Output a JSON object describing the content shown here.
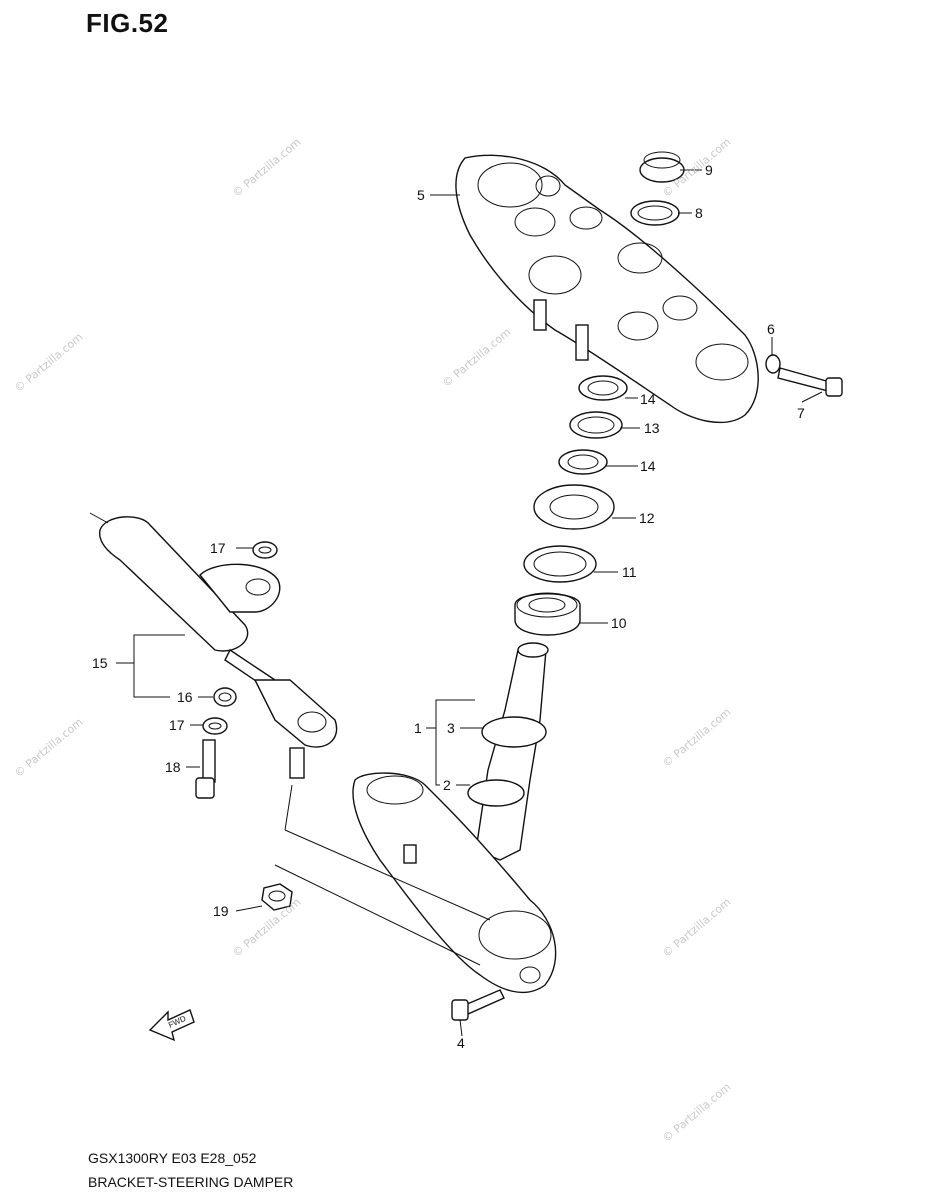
{
  "figure": {
    "title": "FIG.52",
    "model": "GSX1300RY E03 E28_052",
    "section": "BRACKET-STEERING DAMPER",
    "watermark": "© Partzilla.com",
    "fwd_label": "FWD"
  },
  "callouts": [
    {
      "id": "c1",
      "label": "1"
    },
    {
      "id": "c2",
      "label": "2"
    },
    {
      "id": "c3",
      "label": "3"
    },
    {
      "id": "c4",
      "label": "4"
    },
    {
      "id": "c5",
      "label": "5"
    },
    {
      "id": "c6",
      "label": "6"
    },
    {
      "id": "c7",
      "label": "7"
    },
    {
      "id": "c8",
      "label": "8"
    },
    {
      "id": "c9",
      "label": "9"
    },
    {
      "id": "c10",
      "label": "10"
    },
    {
      "id": "c11",
      "label": "11"
    },
    {
      "id": "c12",
      "label": "12"
    },
    {
      "id": "c13",
      "label": "13"
    },
    {
      "id": "c14a",
      "label": "14"
    },
    {
      "id": "c14b",
      "label": "14"
    },
    {
      "id": "c15",
      "label": "15"
    },
    {
      "id": "c16",
      "label": "16"
    },
    {
      "id": "c17a",
      "label": "17"
    },
    {
      "id": "c17b",
      "label": "17"
    },
    {
      "id": "c18",
      "label": "18"
    },
    {
      "id": "c19",
      "label": "19"
    }
  ]
}
